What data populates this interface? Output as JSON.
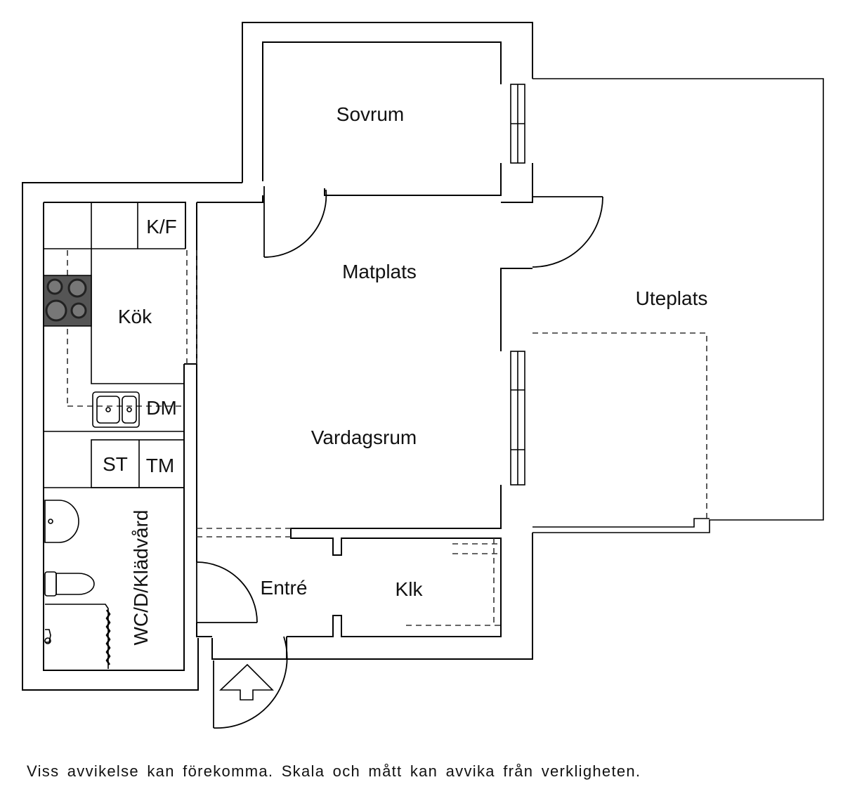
{
  "rooms": {
    "sovrum": "Sovrum",
    "matplats": "Matplats",
    "uteplats": "Uteplats",
    "kok": "Kök",
    "kf": "K/F",
    "dm": "DM",
    "vardagsrum": "Vardagsrum",
    "st": "ST",
    "tm": "TM",
    "wc": "WC/D/Klädvård",
    "entre": "Entré",
    "klk": "Klk"
  },
  "disclaimer": "Viss avvikelse kan förekomma. Skala och mått kan avvika från verkligheten.",
  "colors": {
    "stove": "#555555",
    "line": "#000000"
  },
  "icons": [
    "stove-icon",
    "sink-icon",
    "washbasin-icon",
    "toilet-icon",
    "shower-icon",
    "entrance-arrow-icon"
  ]
}
